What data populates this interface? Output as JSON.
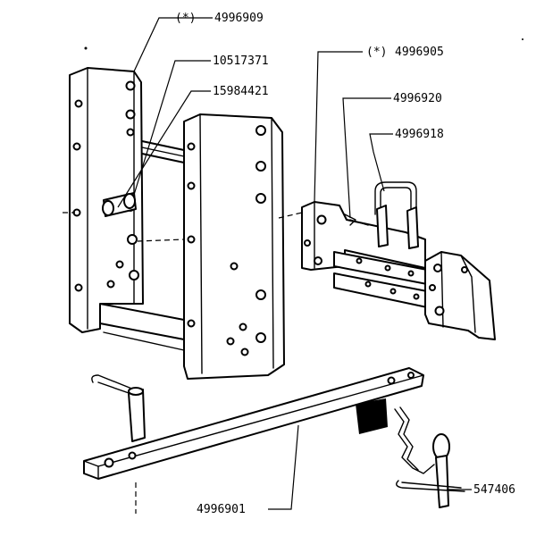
{
  "labels": {
    "top_mark": "(*)",
    "top_part": "4996909",
    "bolt": "10517371",
    "nut": "15984421",
    "bracket_mark": "(*)",
    "bracket_part": "4996905",
    "bracket_pin": "4996920",
    "u_clip": "4996918",
    "drawbar": "4996901",
    "linch_pin": "547406"
  }
}
